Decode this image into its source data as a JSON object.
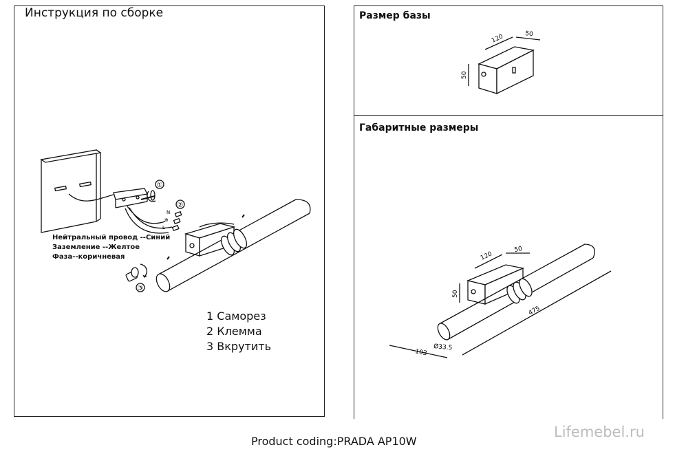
{
  "assembly": {
    "title": "Инструкция по сборке",
    "wires": [
      "Нейтральный провод --Синий",
      "Заземление --Желтое",
      "Фаза--коричневая"
    ],
    "steps": [
      "1 Саморез",
      "2 Клемма",
      "3 Вкрутить"
    ],
    "callouts": [
      "①",
      "②",
      "③"
    ],
    "terminals": [
      "N",
      "⊕",
      "L"
    ]
  },
  "base_size": {
    "title": "Размер базы",
    "dims": {
      "length": "120",
      "width": "50",
      "height": "50"
    }
  },
  "overall": {
    "title": "Габаритные размеры",
    "dims": {
      "length": "475",
      "base_length": "120",
      "base_width": "50",
      "height": "50",
      "depth": "103",
      "diameter": "Ø33.5"
    }
  },
  "footer": {
    "coding": "Product coding:PRADA AP10W",
    "watermark": "Lifemebel.ru"
  }
}
